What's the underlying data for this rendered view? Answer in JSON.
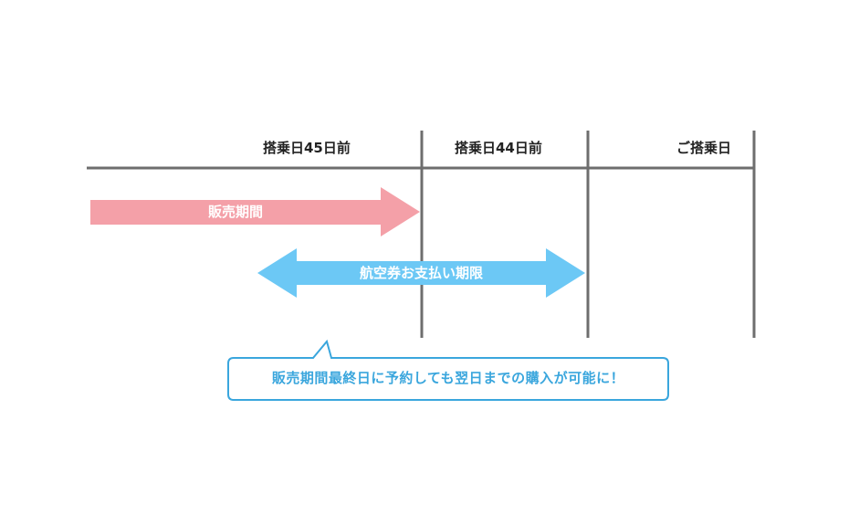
{
  "timeline": {
    "columns": [
      {
        "label": "搭乗日45日前"
      },
      {
        "label": "搭乗日44日前"
      },
      {
        "label": "ご搭乗日"
      }
    ]
  },
  "arrows": {
    "sales_period": {
      "label": "販売期間",
      "color": "#f4a0a8"
    },
    "payment_period": {
      "label": "航空券お支払い期限",
      "color": "#6cc8f5"
    }
  },
  "callout": {
    "text": "販売期間最終日に予約しても翌日までの購入が可能に！",
    "border_color": "#3aa6dd",
    "text_color": "#3aa6dd"
  },
  "colors": {
    "lines": "#6e6e6e"
  }
}
